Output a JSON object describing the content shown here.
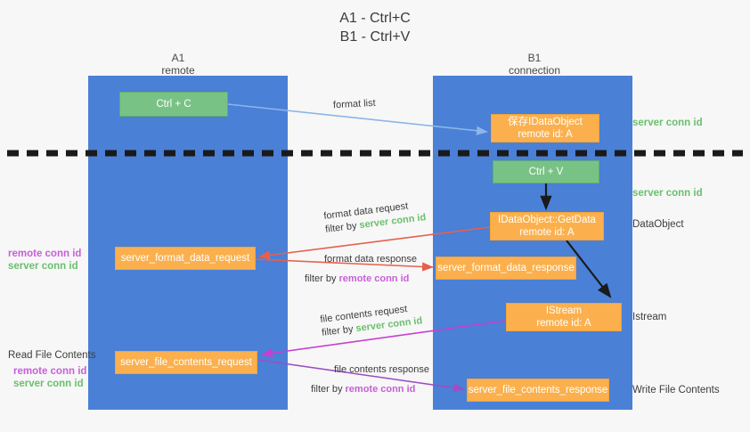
{
  "title": {
    "line1": "A1 - Ctrl+C",
    "line2": "B1 - Ctrl+V"
  },
  "colors": {
    "lane": "#4a80d6",
    "green_box": "#79c285",
    "orange_box": "#fbb04d",
    "server_conn": "#6abf6f",
    "remote_conn": "#c75fd8",
    "blue_arrow": "#8ab6e8",
    "red_arrow": "#e8604c",
    "magenta_arrow": "#c73fd0",
    "purple_arrow": "#9b4fc4",
    "black_arrow": "#1a1a1a",
    "background": "#f7f7f7"
  },
  "lanes": [
    {
      "id": "a1",
      "title_main": "A1",
      "title_sub": "remote"
    },
    {
      "id": "b1",
      "title_main": "B1",
      "title_sub": "connection"
    }
  ],
  "boxes": {
    "ctrl_c": {
      "label": "Ctrl + C",
      "style": "green"
    },
    "save_idataobject": {
      "line1": "保存IDataObject",
      "line2": "remote id: A",
      "style": "orange"
    },
    "ctrl_v": {
      "label": "Ctrl + V",
      "style": "green"
    },
    "getdata": {
      "line1": "IDataObject::GetData",
      "line2": "remote id: A",
      "style": "orange"
    },
    "server_format_data_request": {
      "label": "server_format_data_request",
      "style": "orange"
    },
    "server_format_data_response": {
      "label": "server_format_data_response",
      "style": "orange"
    },
    "istream": {
      "line1": "IStream",
      "line2": "remote id: A",
      "style": "orange"
    },
    "server_file_contents_request": {
      "label": "server_file_contents_request",
      "style": "orange"
    },
    "server_file_contents_response": {
      "label": "server_file_contents_response",
      "style": "orange"
    }
  },
  "edge_labels": {
    "format_list": "format list",
    "format_data_request": "format data request",
    "format_data_request_filter_prefix": "filter by ",
    "format_data_request_filter_value": "server conn id",
    "format_data_response": "format data response",
    "format_data_response_filter_prefix": "filter by ",
    "format_data_response_filter_value": "remote conn id",
    "file_contents_request": "file contents request",
    "file_contents_request_filter_prefix": "filter by ",
    "file_contents_request_filter_value": "server conn id",
    "file_contents_response": "file contents response",
    "file_contents_response_filter_prefix": "filter by ",
    "file_contents_response_filter_value": "remote conn id"
  },
  "right_labels": {
    "server_conn_id_top": "server conn id",
    "server_conn_id_mid": "server conn id",
    "dataobject": "DataObject",
    "istream": "Istream",
    "write_file_contents": "Write File Contents"
  },
  "left_labels": {
    "remote_conn_id_1": "remote conn id",
    "server_conn_id_1": "server conn id",
    "read_file_contents": "Read File Contents",
    "remote_conn_id_2": "remote conn id",
    "server_conn_id_2": "server conn id"
  }
}
